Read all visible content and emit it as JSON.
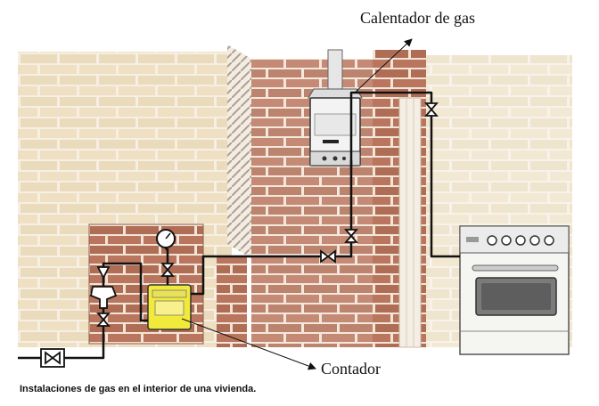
{
  "labels": {
    "heater": "Calentador de gas",
    "meter": "Contador",
    "caption": "Instalaciones de gas en el interior de una vivienda."
  },
  "icons": [
    "water-heater-icon",
    "gas-meter-icon",
    "pressure-gauge-icon",
    "valve-icon",
    "pressure-regulator-icon",
    "stove-icon"
  ],
  "colors": {
    "background": "#ffffff",
    "brick_pale": "#efe2c8",
    "brick_red": "#b9755e",
    "mortar": "#f6efe3",
    "pipe": "#111111",
    "meter_yellow": "#f2ea3b",
    "stove_white": "#f5f5f2",
    "heater_white": "#f3f3f3"
  }
}
